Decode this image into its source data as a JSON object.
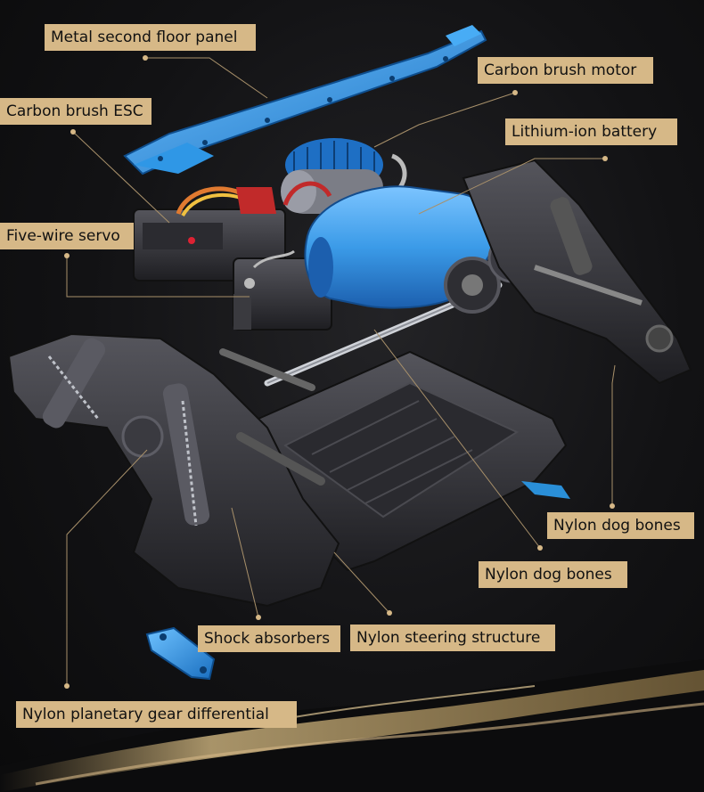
{
  "labels": {
    "metal_floor_panel": "Metal second floor panel",
    "carbon_brush_motor": "Carbon brush motor",
    "carbon_brush_esc": "Carbon brush ESC",
    "lithium_battery": "Lithium-ion battery",
    "five_wire_servo": "Five-wire servo",
    "nylon_dog_bones_right": "Nylon dog bones",
    "nylon_dog_bones_center": "Nylon dog bones",
    "shock_absorbers": "Shock absorbers",
    "nylon_steering": "Nylon steering structure",
    "nylon_planetary_diff": "Nylon planetary gear differential"
  },
  "colors": {
    "label_bg": "#d6b887",
    "leader_line": "#a8906a",
    "metal_blue": "#2a8fd8",
    "battery_blue": "#3fa3f0",
    "chassis_dark": "#3a3a3f",
    "brush_gold": "#c9a96b"
  }
}
